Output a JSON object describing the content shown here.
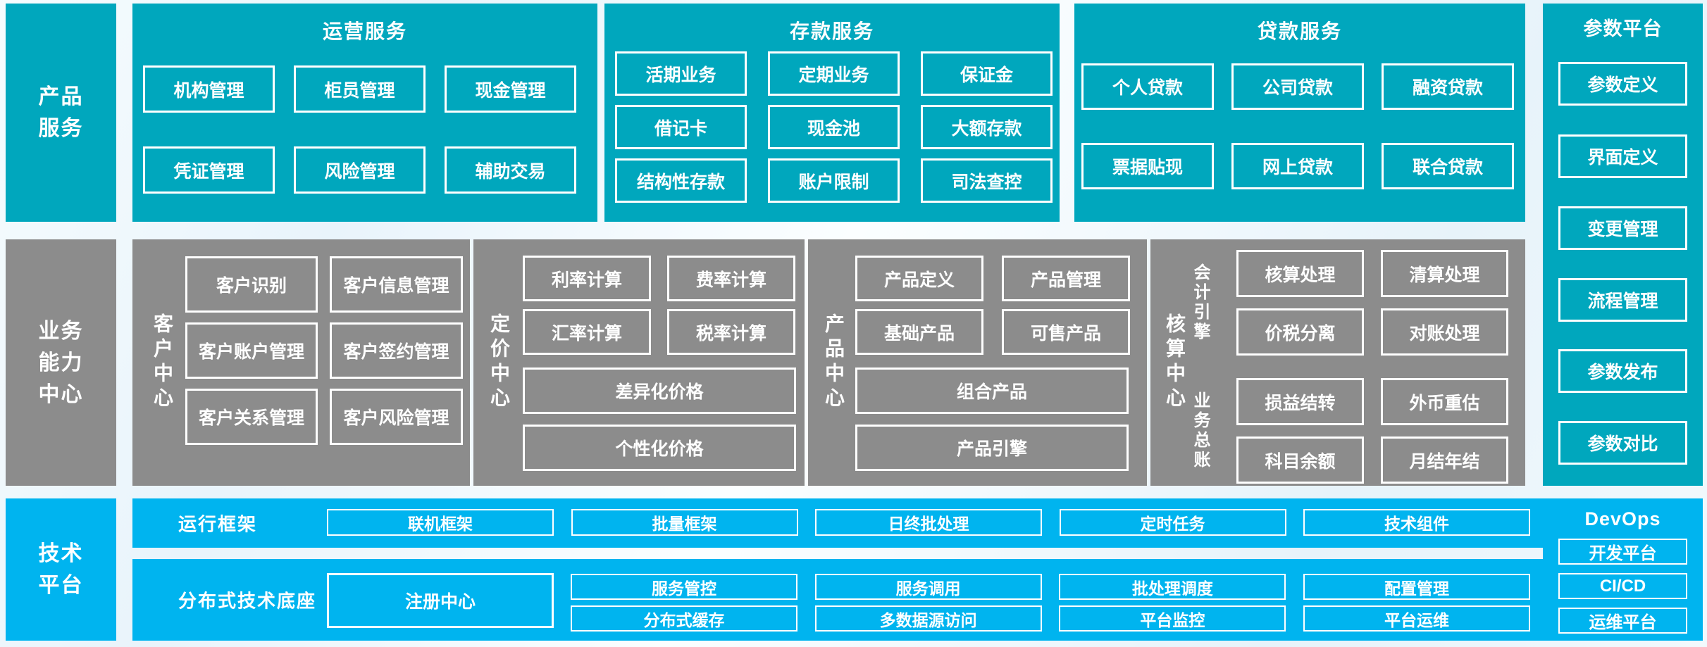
{
  "colors": {
    "teal": "#00a7bd",
    "gray": "#8c8c8c",
    "blue": "#00b4ef"
  },
  "sidebar": {
    "product_services": "产品服务",
    "business_capability_center": "业务能力中心",
    "technology_platform": "技术平台"
  },
  "top_row": {
    "operations": {
      "title": "运营服务",
      "items": [
        "机构管理",
        "柜员管理",
        "现金管理",
        "凭证管理",
        "风险管理",
        "辅助交易"
      ]
    },
    "deposit": {
      "title": "存款服务",
      "items": [
        "活期业务",
        "定期业务",
        "保证金",
        "借记卡",
        "现金池",
        "大额存款",
        "结构性存款",
        "账户限制",
        "司法查控"
      ]
    },
    "loan": {
      "title": "贷款服务",
      "items": [
        "个人贷款",
        "公司贷款",
        "融资贷款",
        "票据贴现",
        "网上贷款",
        "联合贷款"
      ]
    }
  },
  "middle_row": {
    "customer_center": {
      "title": "客户中心",
      "items": [
        "客户识别",
        "客户信息管理",
        "客户账户管理",
        "客户签约管理",
        "客户关系管理",
        "客户风险管理"
      ]
    },
    "pricing_center": {
      "title": "定价中心",
      "items": [
        "利率计算",
        "费率计算",
        "汇率计算",
        "税率计算"
      ],
      "wide_items": [
        "差异化价格",
        "个性化价格"
      ]
    },
    "product_center": {
      "title": "产品中心",
      "items": [
        "产品定义",
        "产品管理",
        "基础产品",
        "可售产品"
      ],
      "wide_items": [
        "组合产品",
        "产品引擎"
      ]
    },
    "accounting_center": {
      "title": "核算中心",
      "groups": [
        {
          "label": "会计引擎",
          "items": [
            "核算处理",
            "清算处理",
            "价税分离",
            "对账处理"
          ]
        },
        {
          "label": "业务总账",
          "items": [
            "损益结转",
            "外币重估",
            "科目余额",
            "月结年结"
          ]
        }
      ]
    }
  },
  "bottom": {
    "runtime_framework": {
      "label": "运行框架",
      "items": [
        "联机框架",
        "批量框架",
        "日终批处理",
        "定时任务",
        "技术组件"
      ]
    },
    "distributed_base": {
      "label": "分布式技术底座",
      "registry": "注册中心",
      "row1": [
        "服务管控",
        "服务调用",
        "批处理调度",
        "配置管理"
      ],
      "row2": [
        "分布式缓存",
        "多数据源访问",
        "平台监控",
        "平台运维"
      ]
    }
  },
  "right_column": {
    "parameter_platform": {
      "title": "参数平台",
      "items": [
        "参数定义",
        "界面定义",
        "变更管理",
        "流程管理",
        "参数发布",
        "参数对比"
      ]
    },
    "devops": {
      "title": "DevOps",
      "items": [
        "开发平台",
        "CI/CD",
        "运维平台"
      ]
    }
  }
}
